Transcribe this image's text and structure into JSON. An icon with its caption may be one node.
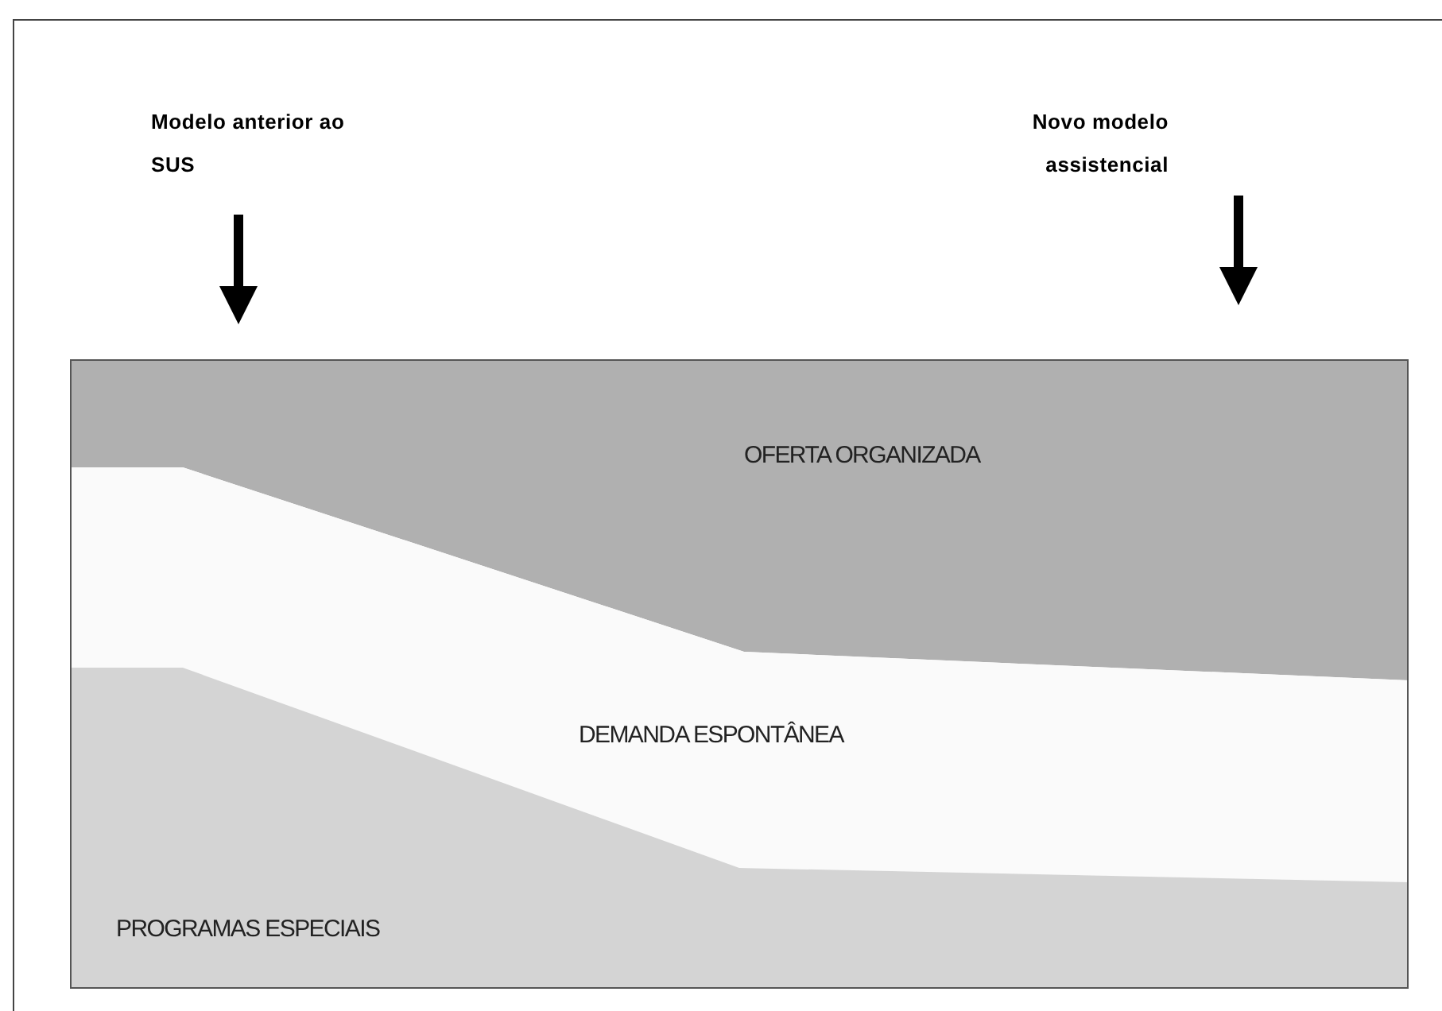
{
  "diagram": {
    "nodes": [
      {
        "text": [
          "Modelo anterior ao SUS"
        ]
      },
      {
        "text": [
          "Novo modelo assistencial"
        ]
      },
      {
        "text": [
          "OFERTA ORGANIZADA"
        ]
      },
      {
        "text": [
          "DEMANDA ESPONTÂNEA"
        ]
      },
      {
        "text": [
          "PROGRAMAS ESPECIAIS"
        ]
      }
    ]
  }
}
